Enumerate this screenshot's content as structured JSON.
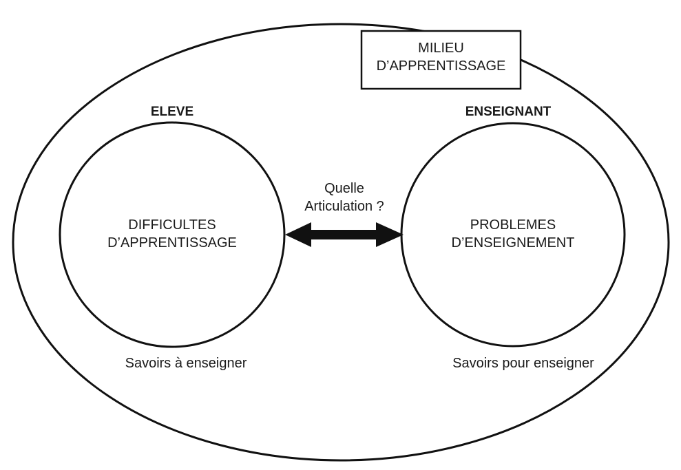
{
  "environment": {
    "box_label": "MILIEU\nD’APPRENTISSAGE"
  },
  "student": {
    "heading": "ELEVE",
    "circle_label": "DIFFICULTES\nD’APPRENTISSAGE",
    "knowledge_label": "Savoirs à enseigner"
  },
  "teacher": {
    "heading": "ENSEIGNANT",
    "circle_label": "PROBLEMES\nD’ENSEIGNEMENT",
    "knowledge_label": "Savoirs pour enseigner"
  },
  "link": {
    "label": "Quelle\nArticulation ?"
  },
  "colors": {
    "stroke": "#111111",
    "text": "#1a1a1a",
    "background": "#ffffff"
  }
}
